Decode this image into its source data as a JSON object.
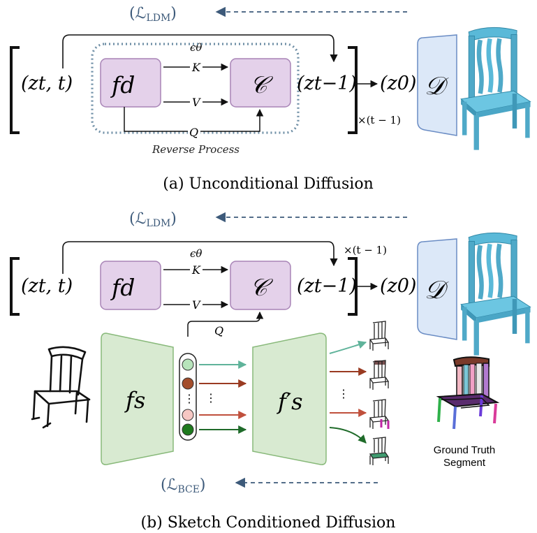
{
  "colors": {
    "loss_text": "#3d5a7a",
    "purple_fill": "#e4d1ea",
    "purple_stroke": "#a884b6",
    "green_fill": "#d8ead1",
    "green_stroke": "#88b97a",
    "decoder_fill": "#dce8f8",
    "decoder_stroke": "#6a8cc4",
    "dotted_border": "#6f8fa6",
    "chair_blue": "#5ab9d8",
    "arrow_teal": "#5fb39a",
    "arrow_brown": "#9a3b22",
    "arrow_red": "#c0503c",
    "arrow_green": "#1f6b2a",
    "dot_lightgreen": "#b7e4bb",
    "dot_brown": "#a34d2b",
    "dot_pink": "#f6c7c3",
    "dot_green": "#1e7a1e"
  },
  "top": {
    "loss_label": "(ℒLDM)",
    "loss_main": "(ℒ",
    "loss_sub": "LDM",
    "loss_close": ")",
    "eps_label": "ϵθ",
    "input_label": "(zt, t)",
    "fd_label": "fd",
    "c_label": "𝒞",
    "k_label": "K",
    "v_label": "V",
    "q_label": "Q",
    "reverse_label": "Reverse Process",
    "zt1_label": "(zt−1)",
    "z0_label": "(z0)",
    "d_label": "𝒟",
    "times_label": "×(t − 1)",
    "caption": "(a) Unconditional Diffusion"
  },
  "bottom": {
    "loss_main": "(ℒ",
    "loss_sub": "LDM",
    "loss_close": ")",
    "eps_label": "ϵθ",
    "input_label": "(zt, t)",
    "fd_label": "fd",
    "c_label": "𝒞",
    "k_label": "K",
    "v_label": "V",
    "q_label": "Q",
    "zt1_label": "(zt−1)",
    "z0_label": "(z0)",
    "d_label": "𝒟",
    "times_label": "×(t − 1)",
    "fs_label": "fs",
    "fs_prime_label": "f′s",
    "ellipsis": "⋮",
    "bce_main": "(ℒ",
    "bce_sub": "BCE",
    "bce_close": ")",
    "gt_line1": "Ground Truth",
    "gt_line2": "Segment",
    "caption": "(b) Sketch Conditioned Diffusion"
  }
}
